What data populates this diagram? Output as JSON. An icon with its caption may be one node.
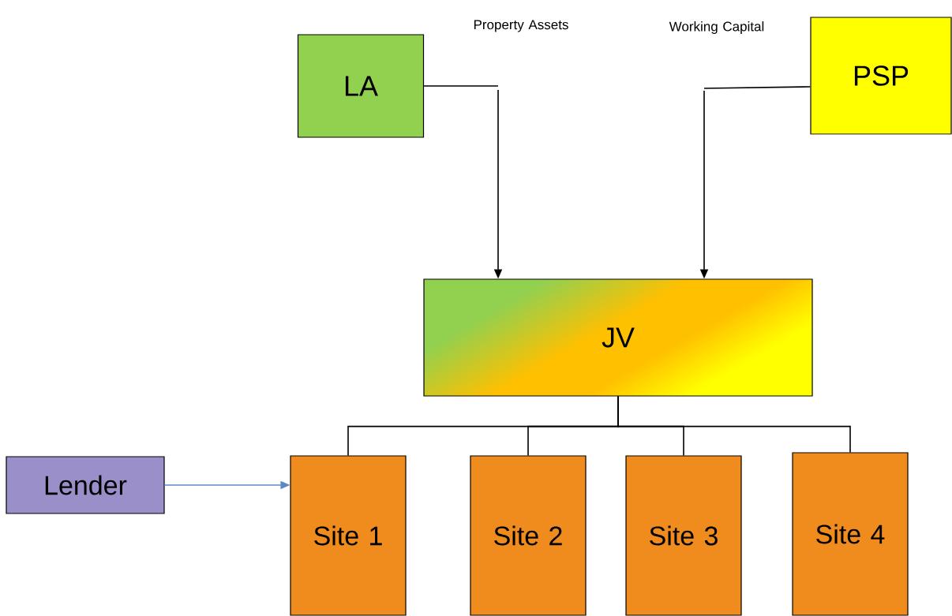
{
  "diagram": {
    "nodes": [
      {
        "text": [
          "LA"
        ]
      },
      {
        "text": [
          "PSP"
        ]
      },
      {
        "text": [
          "JV"
        ]
      },
      {
        "text": [
          "Lender"
        ]
      },
      {
        "text": [
          "Site 1"
        ]
      },
      {
        "text": [
          "Site 2"
        ]
      },
      {
        "text": [
          "Site 3"
        ]
      },
      {
        "text": [
          "Site 4"
        ]
      }
    ],
    "edges": [
      {
        "from": 0,
        "to": 2,
        "arrow": "to",
        "label": "Property Assets"
      },
      {
        "from": 1,
        "to": 2,
        "arrow": "to",
        "label": "Working Capital"
      },
      {
        "from": 2,
        "to": 4,
        "arrow": "none"
      },
      {
        "from": 2,
        "to": 5,
        "arrow": "none"
      },
      {
        "from": 2,
        "to": 6,
        "arrow": "none"
      },
      {
        "from": 2,
        "to": 7,
        "arrow": "none"
      },
      {
        "from": 3,
        "to": 4,
        "arrow": "to",
        "color": "#5b87c7"
      }
    ]
  }
}
